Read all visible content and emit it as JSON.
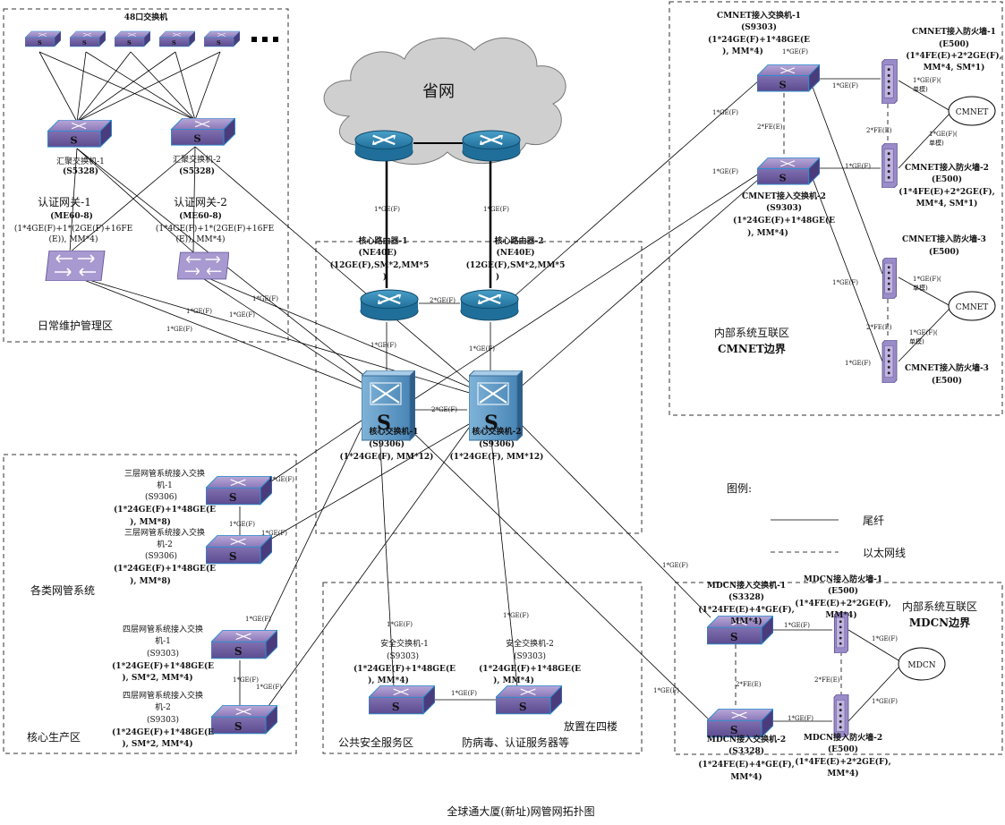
{
  "title": "全球通大厦(新址)网管网拓扑图",
  "cloud_label": "省网",
  "zones": {
    "daily": "日常维护管理区",
    "cmnet": [
      "内部系统互联区",
      "CMNET边界"
    ],
    "mgmt": "各类网管系统",
    "core_prod": "核心生产区",
    "public_sec": "公共安全服务区",
    "floor4": "放置在四楼",
    "antivirus": "防病毒、认证服务器等",
    "mdcn": [
      "内部系统互联区",
      "MDCN边界"
    ]
  },
  "legend": {
    "title": "图例:",
    "fiber": "尾纤",
    "ethernet": "以太网线"
  },
  "labels": {
    "sw48": "48口交换机",
    "agg1": [
      "汇聚交换机-1",
      "(S5328)"
    ],
    "agg2": [
      "汇聚交换机-2",
      "(S5328)"
    ],
    "auth1": [
      "认证网关-1",
      "(ME60-8)",
      "(1*4GE(F)+1*(2GE(F)+16FE",
      "(E)), MM*4)"
    ],
    "auth2": [
      "认证网关-2",
      "(ME60-8)",
      "(1*4GE(F)+1*(2GE(F)+16FE",
      "(E)), MM*4)"
    ],
    "cr1": [
      "核心路由器-1",
      "(NE40E)",
      "(12GE(F),SM*2,MM*5",
      ")"
    ],
    "cr2": [
      "核心路由器-2",
      "(NE40E)",
      "(12GE(F),SM*2,MM*5",
      ")"
    ],
    "cs1": [
      "核心交换机-1",
      "(S9306)",
      "(1*24GE(F), MM*12)"
    ],
    "cs2": [
      "核心交换机-2",
      "(S9306)",
      "(1*24GE(F), MM*12)"
    ],
    "cm_sw1": [
      "CMNET接入交换机-1",
      "(S9303)",
      "(1*24GE(F)+1*48GE(E",
      "),  MM*4)"
    ],
    "cm_sw2": [
      "CMNET接入交换机-2",
      "(S9303)",
      "(1*24GE(F)+1*48GE(E",
      "),  MM*4)"
    ],
    "cm_fw1": [
      "CMNET接入防火墙-1",
      "(E500)",
      "(1*4FE(E)+2*2GE(F),",
      "MM*4, SM*1)"
    ],
    "cm_fw2": [
      "CMNET接入防火墙-2",
      "(E500)",
      "(1*4FE(E)+2*2GE(F),",
      "MM*4, SM*1)"
    ],
    "cm_fw3": [
      "CMNET接入防火墙-3",
      "(E500)"
    ],
    "cm_fw4": [
      "CMNET接入防火墙-3",
      "(E500)"
    ],
    "cmnet_cloud": "CMNET",
    "l3_1": [
      "三层网管系统接入交换",
      "机-1",
      "(S9306)",
      "(1*24GE(F)+1*48GE(E",
      "), MM*8)"
    ],
    "l3_2": [
      "三层网管系统接入交换",
      "机-2",
      "(S9306)",
      "(1*24GE(F)+1*48GE(E",
      "), MM*8)"
    ],
    "l4_1": [
      "四层网管系统接入交换",
      "机-1",
      "(S9303)",
      "(1*24GE(F)+1*48GE(E",
      "), SM*2, MM*4)"
    ],
    "l4_2": [
      "四层网管系统接入交换",
      "机-2",
      "(S9303)",
      "(1*24GE(F)+1*48GE(E",
      "), SM*2, MM*4)"
    ],
    "sec1": [
      "安全交换机-1",
      "(S9303)",
      "(1*24GE(F)+1*48GE(E",
      "), MM*4)"
    ],
    "sec2": [
      "安全交换机-2",
      "(S9303)",
      "(1*24GE(F)+1*48GE(E",
      "), MM*4)"
    ],
    "md_sw1": [
      "MDCN接入交换机-1",
      "(S3328)",
      "(1*24FE(E)+4*GE(F),",
      "MM*4)"
    ],
    "md_sw2": [
      "MDCN接入交换机-2",
      "(S3328)",
      "(1*24FE(E)+4*GE(F),",
      "MM*4)"
    ],
    "md_fw1": [
      "MDCN接入防火墙-1",
      "(E500)",
      "(1*4FE(E)+2*2GE(F),",
      "MM*4)"
    ],
    "md_fw2": [
      "MDCN接入防火墙-2",
      "(E500)",
      "(1*4FE(E)+2*2GE(F),",
      "MM*4)"
    ],
    "mdcn_cloud": "MDCN"
  },
  "link_labels": {
    "ge": "1*GE(F)",
    "ge2": "2*GE(F)",
    "fe2": "2*FE(E)",
    "ge_single": [
      "1*GE(F)(",
      "单模)"
    ]
  }
}
